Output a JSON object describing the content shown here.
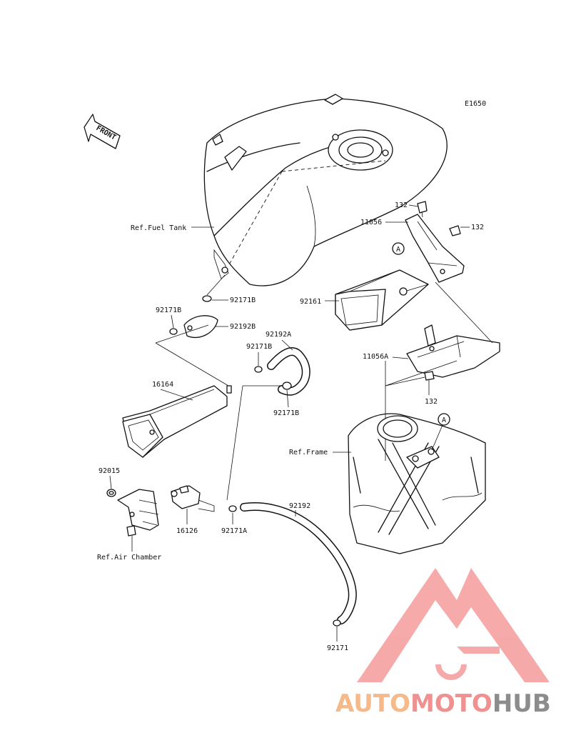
{
  "diagram": {
    "code": "E1650",
    "front_label": "FRONT",
    "refs": {
      "fuel_tank": "Ref.Fuel Tank",
      "frame": "Ref.Frame",
      "air_chamber": "Ref.Air Chamber"
    },
    "callout_letter": "A",
    "parts": {
      "p132_a": "132",
      "p132_b": "132",
      "p132_c": "132",
      "p11056": "11056",
      "p11056a": "11056A",
      "p92161": "92161",
      "p92171b_a": "92171B",
      "p92171b_b": "92171B",
      "p92171b_c": "92171B",
      "p92171b_d": "92171B",
      "p92192b": "92192B",
      "p92192a": "92192A",
      "p16164": "16164",
      "p92015": "92015",
      "p16126": "16126",
      "p92171a": "92171A",
      "p92192": "92192",
      "p92171": "92171"
    }
  },
  "watermark": {
    "part1": "AUTO",
    "part2": "MOTO",
    "part3": "HUB",
    "colors": {
      "auto": "#f5b98a",
      "moto": "#f08c8c",
      "hub": "#8c8c8c",
      "logo": "#f28a8a"
    }
  }
}
